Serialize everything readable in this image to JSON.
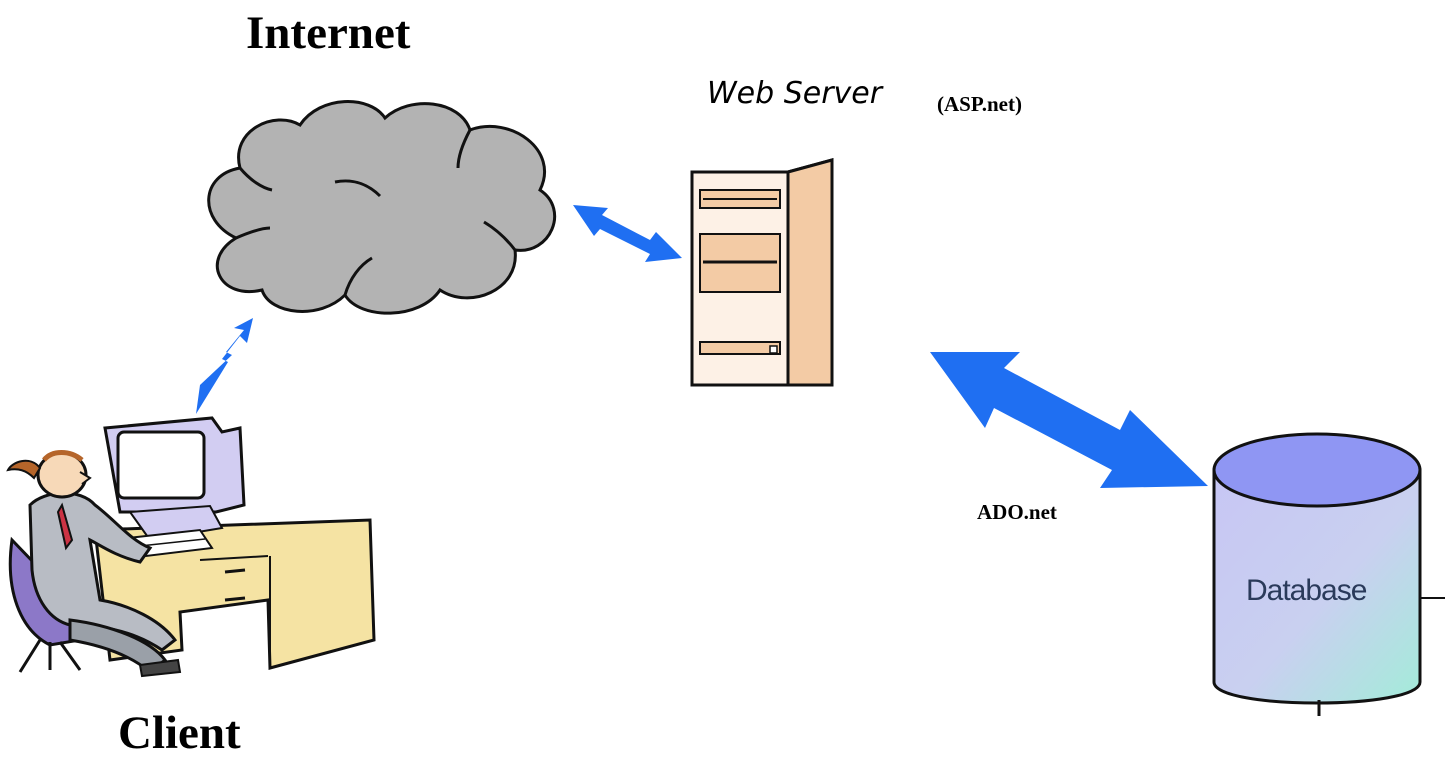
{
  "labels": {
    "internet": "Internet",
    "client": "Client",
    "web_server": "Web Server",
    "web_server_tech": "(ASP.net)",
    "data_access": "ADO.net",
    "database": "Database"
  },
  "icons": {
    "cloud": "cloud-icon",
    "server": "server-tower-icon",
    "client": "person-at-computer-icon",
    "database": "database-cylinder-icon",
    "arrows": "double-headed-arrow-icon"
  },
  "colors": {
    "arrow": "#1f6ff2",
    "cloud": "#b3b3b3",
    "server": "#f3cba5",
    "database_top": "#8f96f3",
    "database_side": "#c4c2f2",
    "database_teal": "#a3ecd9",
    "desk": "#f5e3a3",
    "monitor_bezel": "#d2cdf2"
  }
}
